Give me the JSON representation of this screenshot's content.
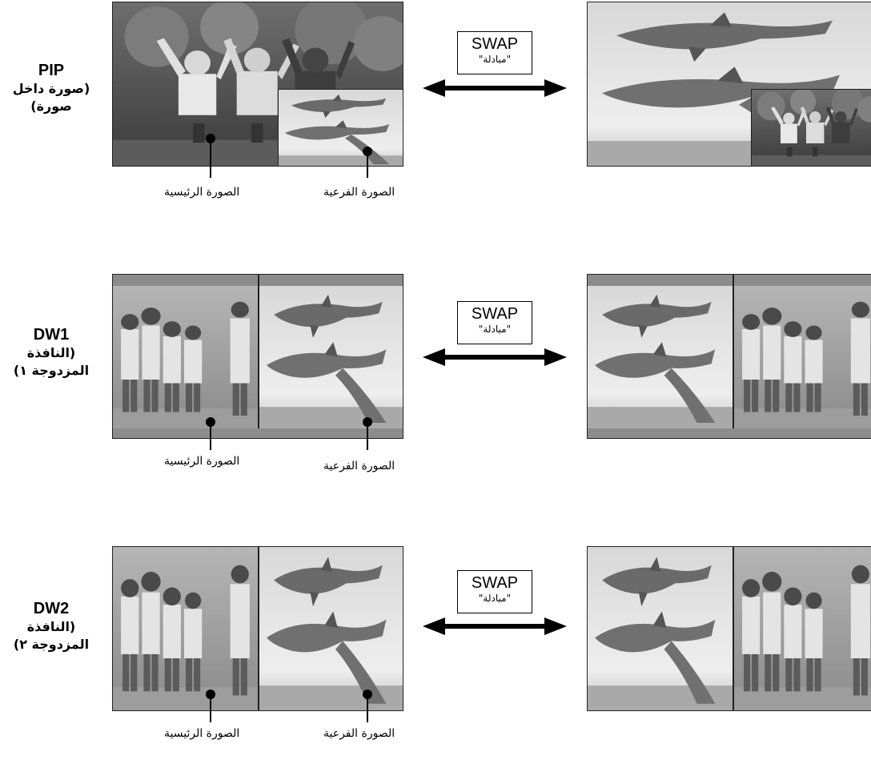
{
  "rows": [
    {
      "mode": "PIP",
      "desc_line1": "(صورة داخل",
      "desc_line2": "صورة)",
      "swap_title": "SWAP",
      "swap_sub": "\"مبادلة\"",
      "main_label": "الصورة الرئيسية",
      "sub_label": "الصورة الفرعية"
    },
    {
      "mode": "DW1",
      "desc_line1": "(النافذة",
      "desc_line2": "المزدوجة ١)",
      "swap_title": "SWAP",
      "swap_sub": "\"مبادلة\"",
      "main_label": "الصورة الرئيسية",
      "sub_label": "الصورة الفرعية"
    },
    {
      "mode": "DW2",
      "desc_line1": "(النافذة",
      "desc_line2": "المزدوجة ٢)",
      "swap_title": "SWAP",
      "swap_sub": "\"مبادلة\"",
      "main_label": "الصورة الرئيسية",
      "sub_label": "الصورة الفرعية"
    }
  ],
  "colors": {
    "frame": "#222222",
    "band": "#8c8c8c",
    "ink": "#000000"
  },
  "picture_contents": {
    "main": "people-photo",
    "sub": "dolphins-photo"
  }
}
